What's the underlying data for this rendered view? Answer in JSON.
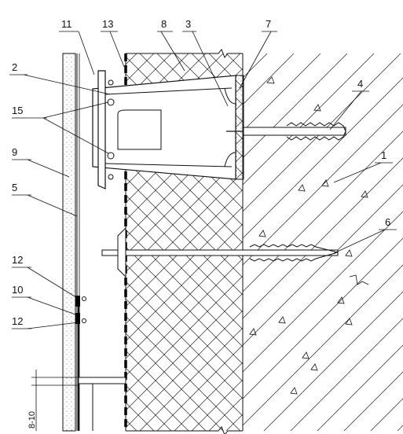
{
  "callouts": {
    "c1": "1",
    "c2": "2",
    "c3": "3",
    "c4": "4",
    "c5": "5",
    "c6": "6",
    "c7": "7",
    "c8": "8",
    "c9": "9",
    "c10": "10",
    "c11": "11",
    "c12a": "12",
    "c12b": "12",
    "c13": "13",
    "c15": "15"
  },
  "dimension": "8-10",
  "colors": {
    "ink": "#111111",
    "paper": "#ffffff"
  }
}
